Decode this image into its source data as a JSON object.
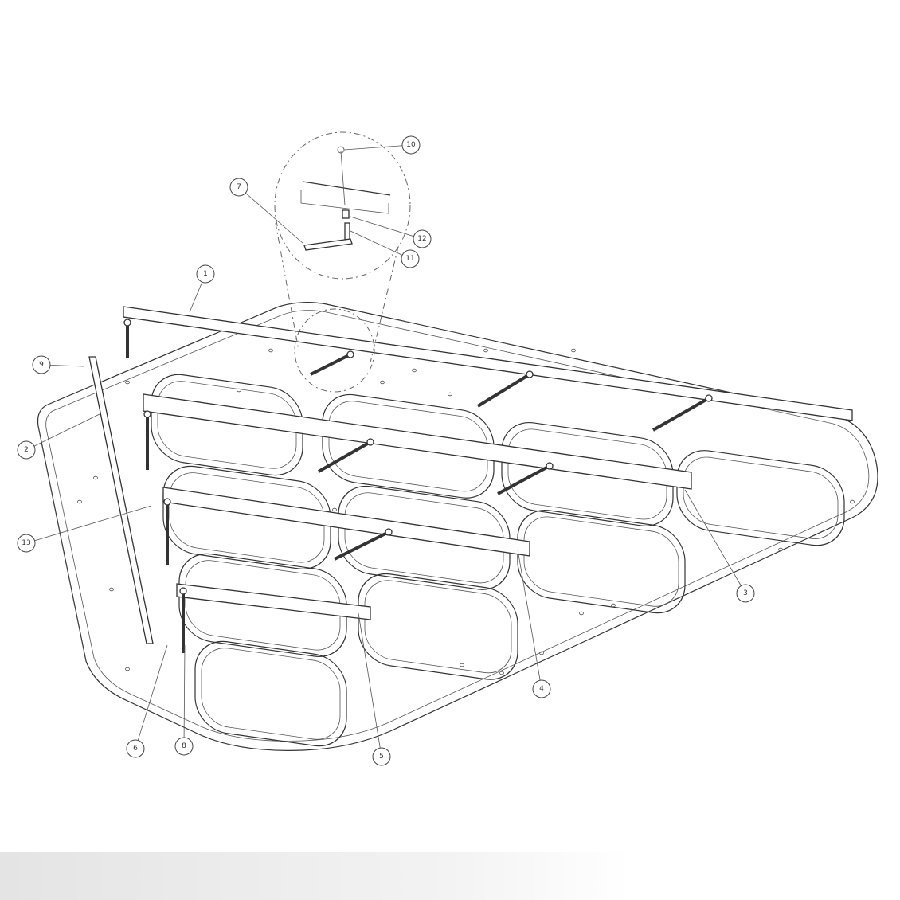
{
  "drawing": {
    "type": "exploded assembly view",
    "line_color": "#333333",
    "callouts": [
      {
        "id": "c1",
        "label": "1"
      },
      {
        "id": "c2",
        "label": "2"
      },
      {
        "id": "c3",
        "label": "3"
      },
      {
        "id": "c4",
        "label": "4"
      },
      {
        "id": "c5",
        "label": "5"
      },
      {
        "id": "c6",
        "label": "6"
      },
      {
        "id": "c7",
        "label": "7"
      },
      {
        "id": "c8",
        "label": "8"
      },
      {
        "id": "c9",
        "label": "9"
      },
      {
        "id": "c10",
        "label": "10"
      },
      {
        "id": "c11",
        "label": "11"
      },
      {
        "id": "c12",
        "label": "12"
      },
      {
        "id": "c13",
        "label": "13"
      }
    ]
  }
}
